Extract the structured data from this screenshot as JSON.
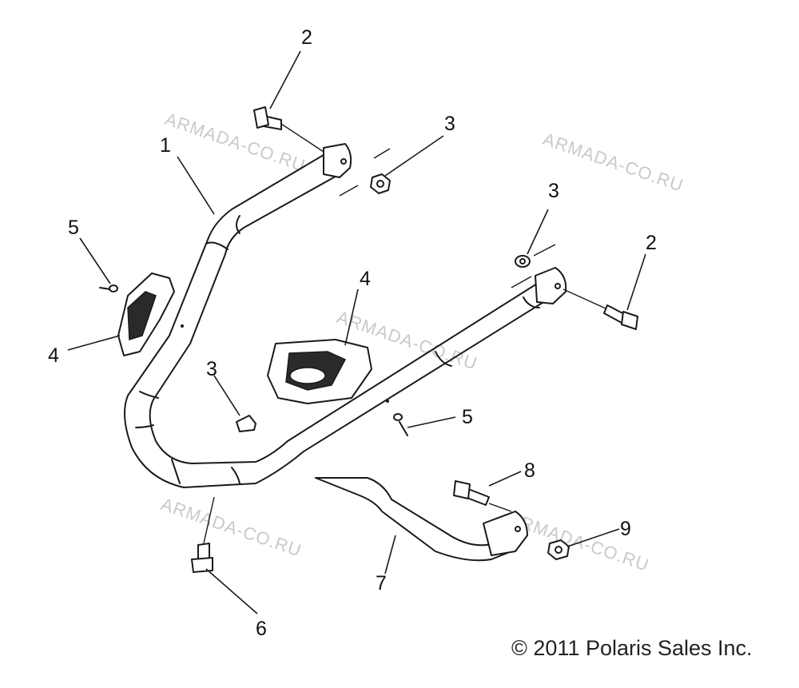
{
  "callouts": [
    {
      "id": "c1",
      "label": "1"
    },
    {
      "id": "c2a",
      "label": "2"
    },
    {
      "id": "c2b",
      "label": "2"
    },
    {
      "id": "c3a",
      "label": "3"
    },
    {
      "id": "c3b",
      "label": "3"
    },
    {
      "id": "c3c",
      "label": "3"
    },
    {
      "id": "c4a",
      "label": "4"
    },
    {
      "id": "c4b",
      "label": "4"
    },
    {
      "id": "c5a",
      "label": "5"
    },
    {
      "id": "c5b",
      "label": "5"
    },
    {
      "id": "c6",
      "label": "6"
    },
    {
      "id": "c7",
      "label": "7"
    },
    {
      "id": "c8",
      "label": "8"
    },
    {
      "id": "c9",
      "label": "9"
    }
  ],
  "watermark_text": "ARMADA-CO.RU",
  "copyright": "© 2011 Polaris Sales Inc."
}
